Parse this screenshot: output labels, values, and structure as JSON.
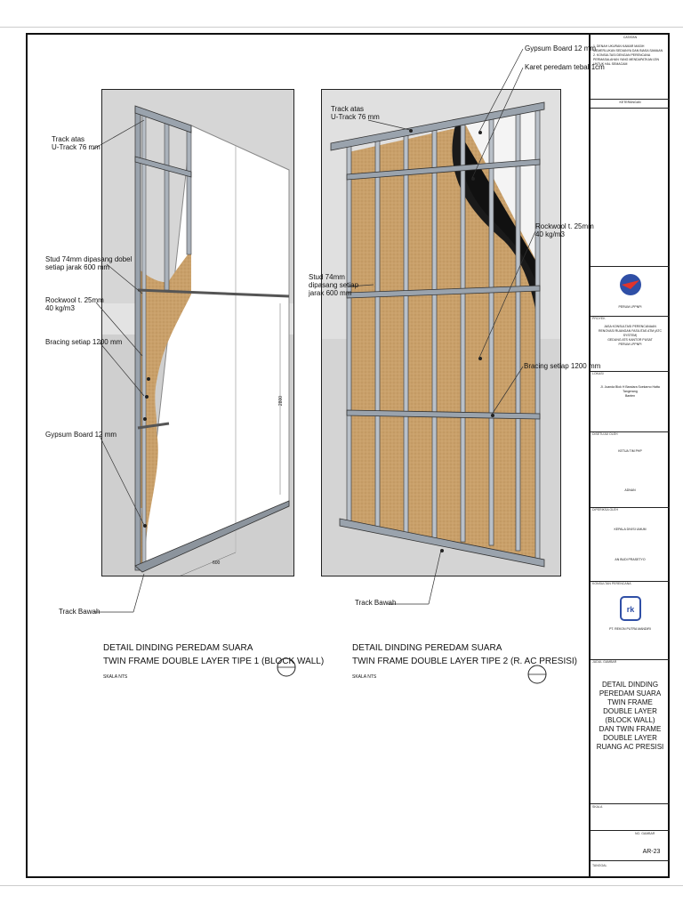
{
  "left_view": {
    "labels": {
      "track_atas": "Track atas\nU-Track 76 mm",
      "stud": "Stud 74mm dipasang dobel\nsetiap jarak 600 mm",
      "rockwool": "Rockwool t. 25mm\n40 kg/m3",
      "bracing": "Bracing setiap 1200 mm",
      "gypsum": "Gypsum Board 12 mm",
      "track_bawah": "Track Bawah"
    },
    "dims": {
      "height": "2800",
      "w1": "600",
      "w2": "600"
    },
    "title_1": "DETAIL DINDING PEREDAM SUARA",
    "title_2": "TWIN FRAME DOUBLE LAYER TIPE 1 (BLOCK WALL)",
    "scale": "SKALA NTS"
  },
  "right_view": {
    "labels": {
      "gypsum": "Gypsum Board 12 mm",
      "karet": "Karet peredam tebal 1cm",
      "track_atas": "Track atas\nU-Track 76 mm",
      "rockwool": "Rockwool t. 25mm\n40 kg/m3",
      "stud": "Stud 74mm\ndipasang setiap\njarak 600 mm",
      "bracing": "Bracing setiap 1200 mm",
      "track_bawah": "Track Bawah"
    },
    "title_1": "DETAIL DINDING PEREDAM SUARA",
    "title_2": "TWIN FRAME DOUBLE LAYER TIPE 2 (R. AC PRESISI)",
    "scale": "SKALA NTS"
  },
  "title_block": {
    "catatan": "CATATAN",
    "notes": "1. DENAH UKURAN KAMAR MASIH MEMERLUKAN SEDIANYA DAN BIASA SAMAAN\n2. KONSULTASI DENGAN PERENCANA PERMASALAHAN YANG MENDAPATKAN IZIN UNTUK HAL SEMACAM",
    "keterangan": "KETERANGAN",
    "owner": "PERUM LPPNPI",
    "proyek_hdr": "PROYEK",
    "proyek": "JASA KONSULTASI PERENCANAAN\nRENOVASI RUANGAN FASILITAS ATM (ATC SYSTEM)\nGEDUNG ATS KANTOR PUSAT\nPERUM LPPNPI",
    "lokasi_hdr": "LOKASI",
    "lokasi": "Jl. Juanda Blok H Bandara Soekarno Hatta Tangerang\nBanten",
    "disetujui_hdr": "DISETUJUI OLEH",
    "disetujui": "KETUA TIM PHP",
    "disetujui_name": "ADNAN",
    "diperiksa_hdr": "DIPERIKSA OLEH",
    "diperiksa": "KEPALA DIVISI UMUM",
    "diperiksa_name": "AN BUDI PRASETYO",
    "konsultan_hdr": "KONSULTAN PERENCANA",
    "konsultan": "PT. REKON PUTRA MANDIRI",
    "judul_hdr": "JUDUL GAMBAR",
    "judul": "DETAIL DINDING PEREDAM SUARA TWIN FRAME DOUBLE LAYER\n(BLOCK WALL)\nDAN TWIN FRAME DOUBLE LAYER\nRUANG AC PRESISI",
    "skala": "SKALA",
    "no_gambar_hdr": "NO. GAMBAR",
    "sheet": "AR-23",
    "tanggal": "TANGGAL"
  }
}
